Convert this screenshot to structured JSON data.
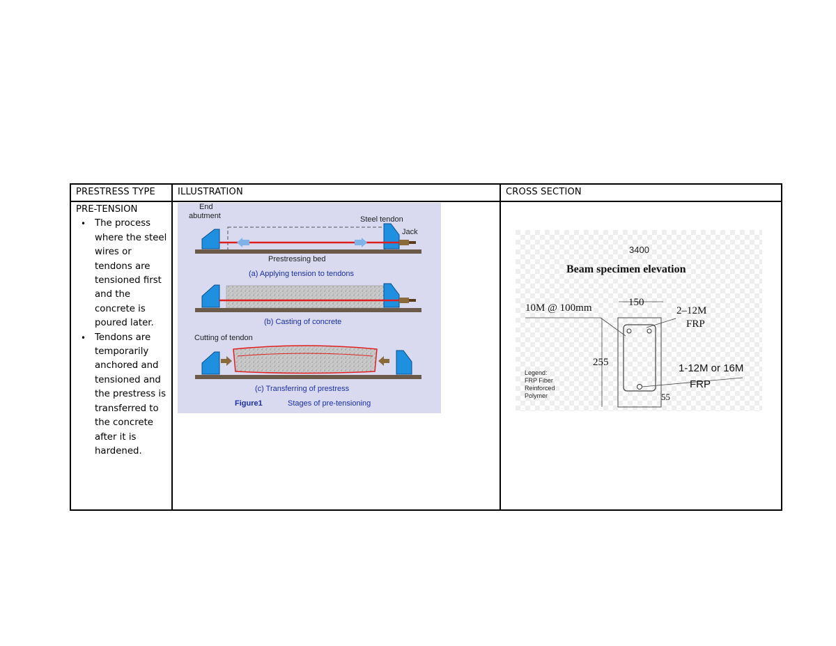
{
  "table": {
    "headers": {
      "type": "PRESTRESS TYPE",
      "illustration": "ILLUSTRATION",
      "cross_section": "CROSS SECTION"
    },
    "row": {
      "type_title": "PRE-TENSION",
      "bullets": [
        "The process where the steel wires or tendons are tensioned first and the concrete is poured later.",
        "Tendons are temporarily anchored and tensioned and the prestress is transferred to the concrete after it is hardened."
      ]
    }
  },
  "illustration": {
    "labels": {
      "end_abutment_1": "End",
      "end_abutment_2": "abutment",
      "steel_tendon": "Steel tendon",
      "jack": "Jack",
      "prestressing_bed": "Prestressing bed",
      "caption_a": "(a) Applying tension to tendons",
      "caption_b": "(b) Casting of concrete",
      "cutting": "Cutting of tendon",
      "caption_c": "(c) Transferring of prestress",
      "figure": "Figure1",
      "figure_caption": "Stages of pre-tensioning"
    },
    "colors": {
      "background": "#d9d9f0",
      "abutment": "#1f8fe0",
      "tendon": "#e02020",
      "bed": "#6b5a4a",
      "caption": "#1a2fa8"
    }
  },
  "cross_section": {
    "labels": {
      "length": "3400",
      "title": "Beam specimen elevation",
      "stirrups": "10M @ 100mm",
      "width": "150",
      "top_bars_1": "2–12M",
      "top_bars_2": "FRP",
      "height": "255",
      "bottom_bars_1": "1-12M or 16M",
      "bottom_bars_2": "FRP",
      "cover": "55",
      "legend": [
        "Legend:",
        "FRP Fiber",
        "Reinforced",
        "Polymer"
      ]
    }
  }
}
